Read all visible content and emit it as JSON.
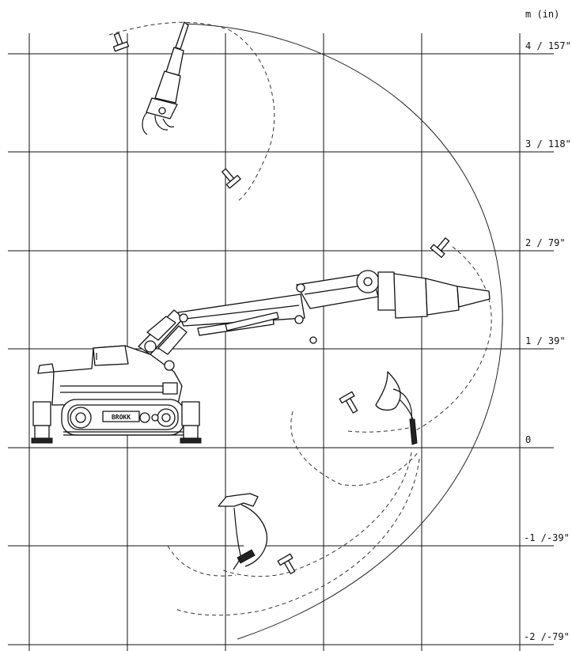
{
  "unit_label": "m (in)",
  "y_labels": [
    {
      "value": 4,
      "text": "4 / 157\""
    },
    {
      "value": 3,
      "text": "3 / 118\""
    },
    {
      "value": 2,
      "text": "2 / 79\""
    },
    {
      "value": 1,
      "text": "1 / 39\""
    },
    {
      "value": 0,
      "text": "0"
    },
    {
      "value": -1,
      "text": "-1 /-39\""
    },
    {
      "value": -2,
      "text": "-2 /-79\""
    }
  ],
  "machine_brand": "BROKK"
}
